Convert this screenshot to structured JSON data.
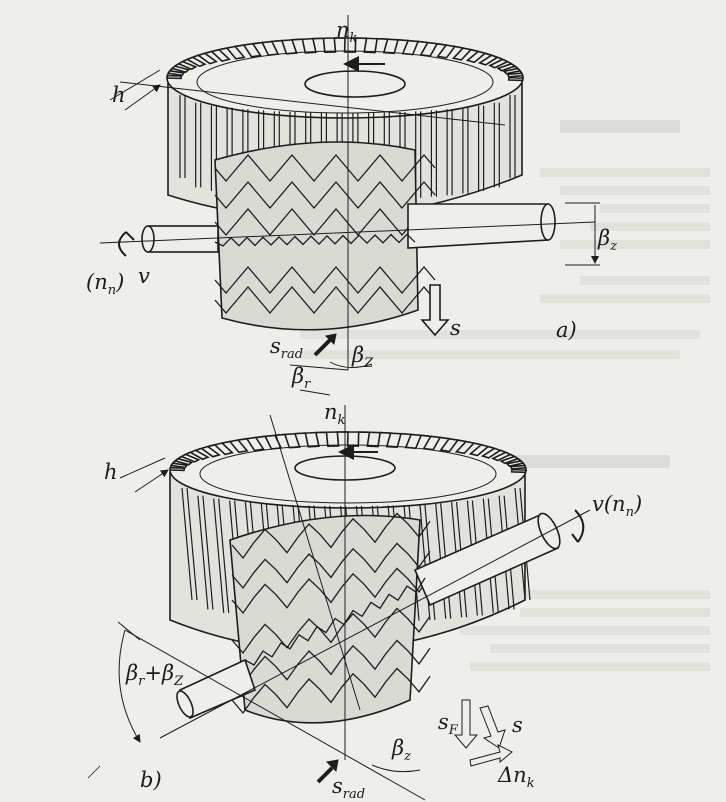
{
  "colors": {
    "paper": "#eeeeea",
    "ink": "#1d1d1d",
    "shade": "#d4d4cf"
  },
  "panel_a": {
    "caption": "a)",
    "n_k": "n",
    "n_k_sub": "k",
    "h": "h",
    "beta_z": "β",
    "beta_z_sub": "z",
    "n_n": "(n",
    "n_n_sub": "n",
    "n_n_close": ")",
    "v": "v",
    "s": "s",
    "s_rad": "s",
    "s_rad_sub": "rad",
    "beta_z_bottom": "β",
    "beta_z_bottom_sub": "Z",
    "beta_r": "β",
    "beta_r_sub": "r"
  },
  "panel_b": {
    "caption": "b)",
    "n_k": "n",
    "n_k_sub": "k",
    "h": "h",
    "v_nn": "v(n",
    "v_nn_sub": "n",
    "v_nn_close": ")",
    "beta_sum_1": "β",
    "beta_sum_1_sub": "r",
    "beta_sum_plus": "+β",
    "beta_sum_2_sub": "Z",
    "s_f": "s",
    "s_f_sub": "F",
    "s": "s",
    "beta_z": "β",
    "beta_z_sub": "z",
    "s_rad": "s",
    "s_rad_sub": "rad",
    "delta_nk": "Δn",
    "delta_nk_sub": "k"
  }
}
